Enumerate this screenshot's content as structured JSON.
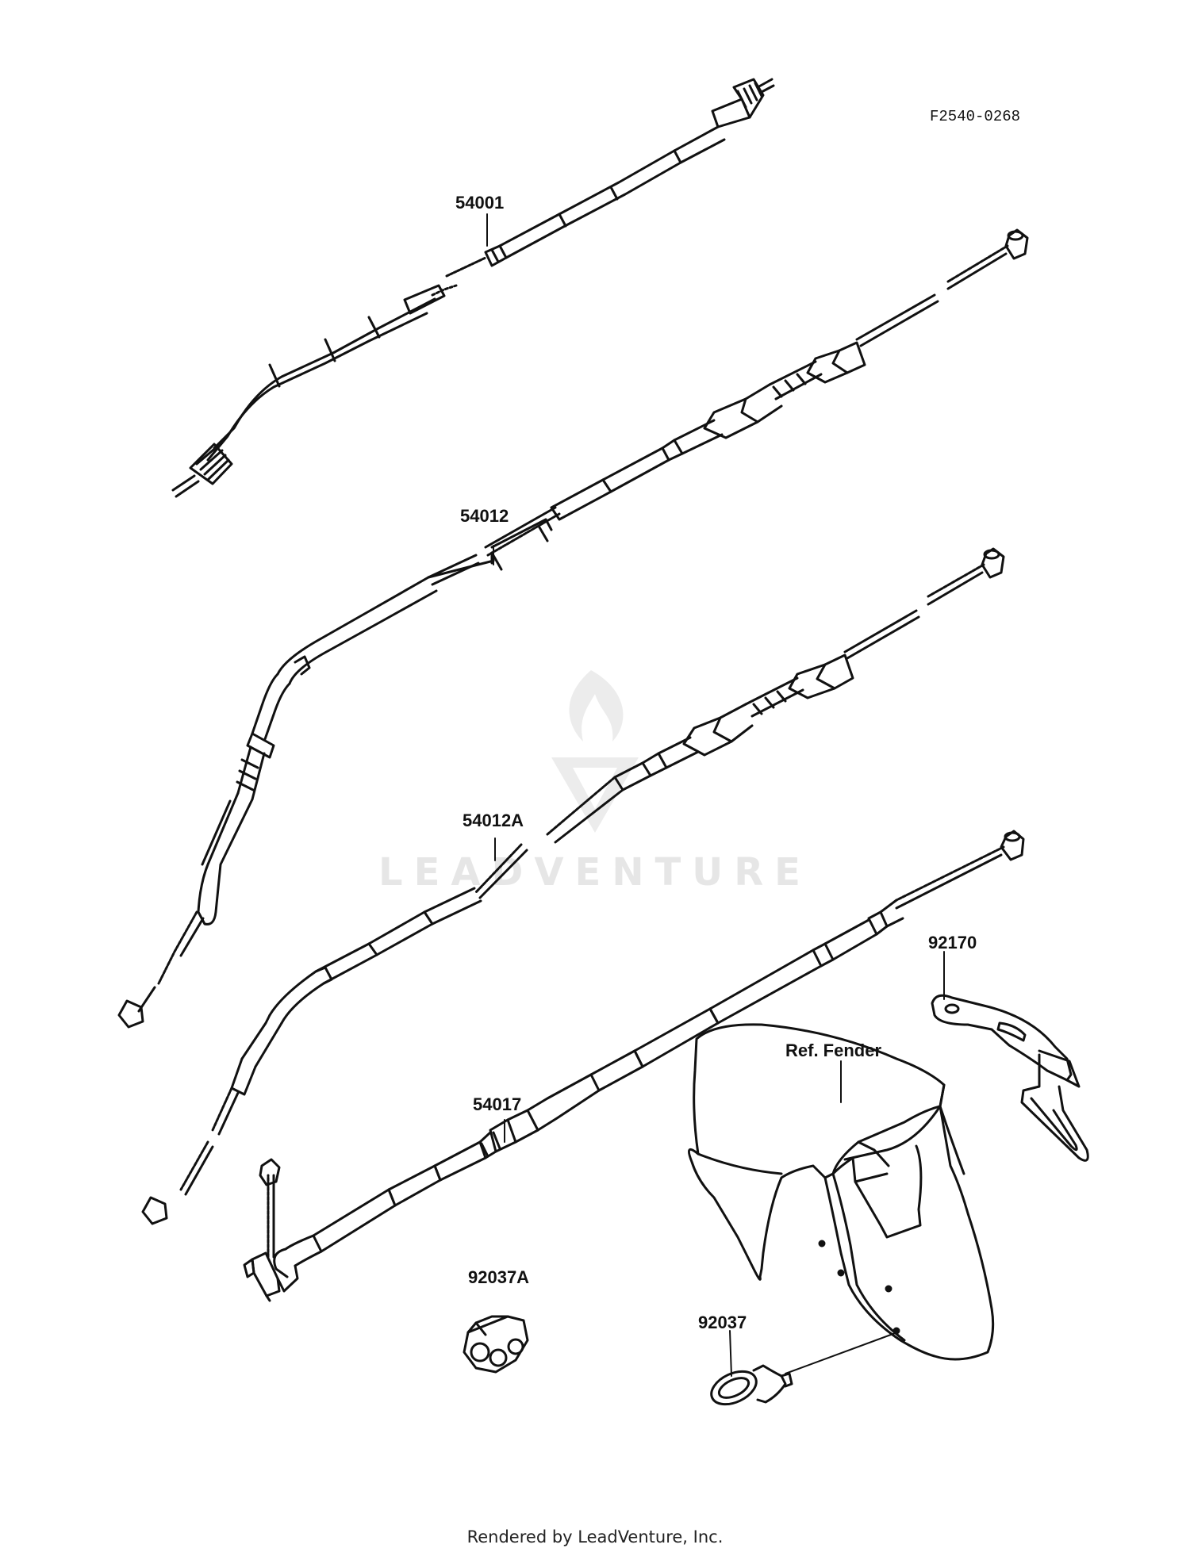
{
  "diagram": {
    "code": "F2540-0268",
    "parts": [
      {
        "id": "p54001",
        "label": "54001"
      },
      {
        "id": "p54012",
        "label": "54012"
      },
      {
        "id": "p54012A",
        "label": "54012A"
      },
      {
        "id": "p54017",
        "label": "54017"
      },
      {
        "id": "p92170",
        "label": "92170"
      },
      {
        "id": "pfender",
        "label": "Ref. Fender"
      },
      {
        "id": "p92037A",
        "label": "92037A"
      },
      {
        "id": "p92037",
        "label": "92037"
      }
    ]
  },
  "watermark": "LEADVENTURE",
  "footer": "Rendered by LeadVenture, Inc."
}
